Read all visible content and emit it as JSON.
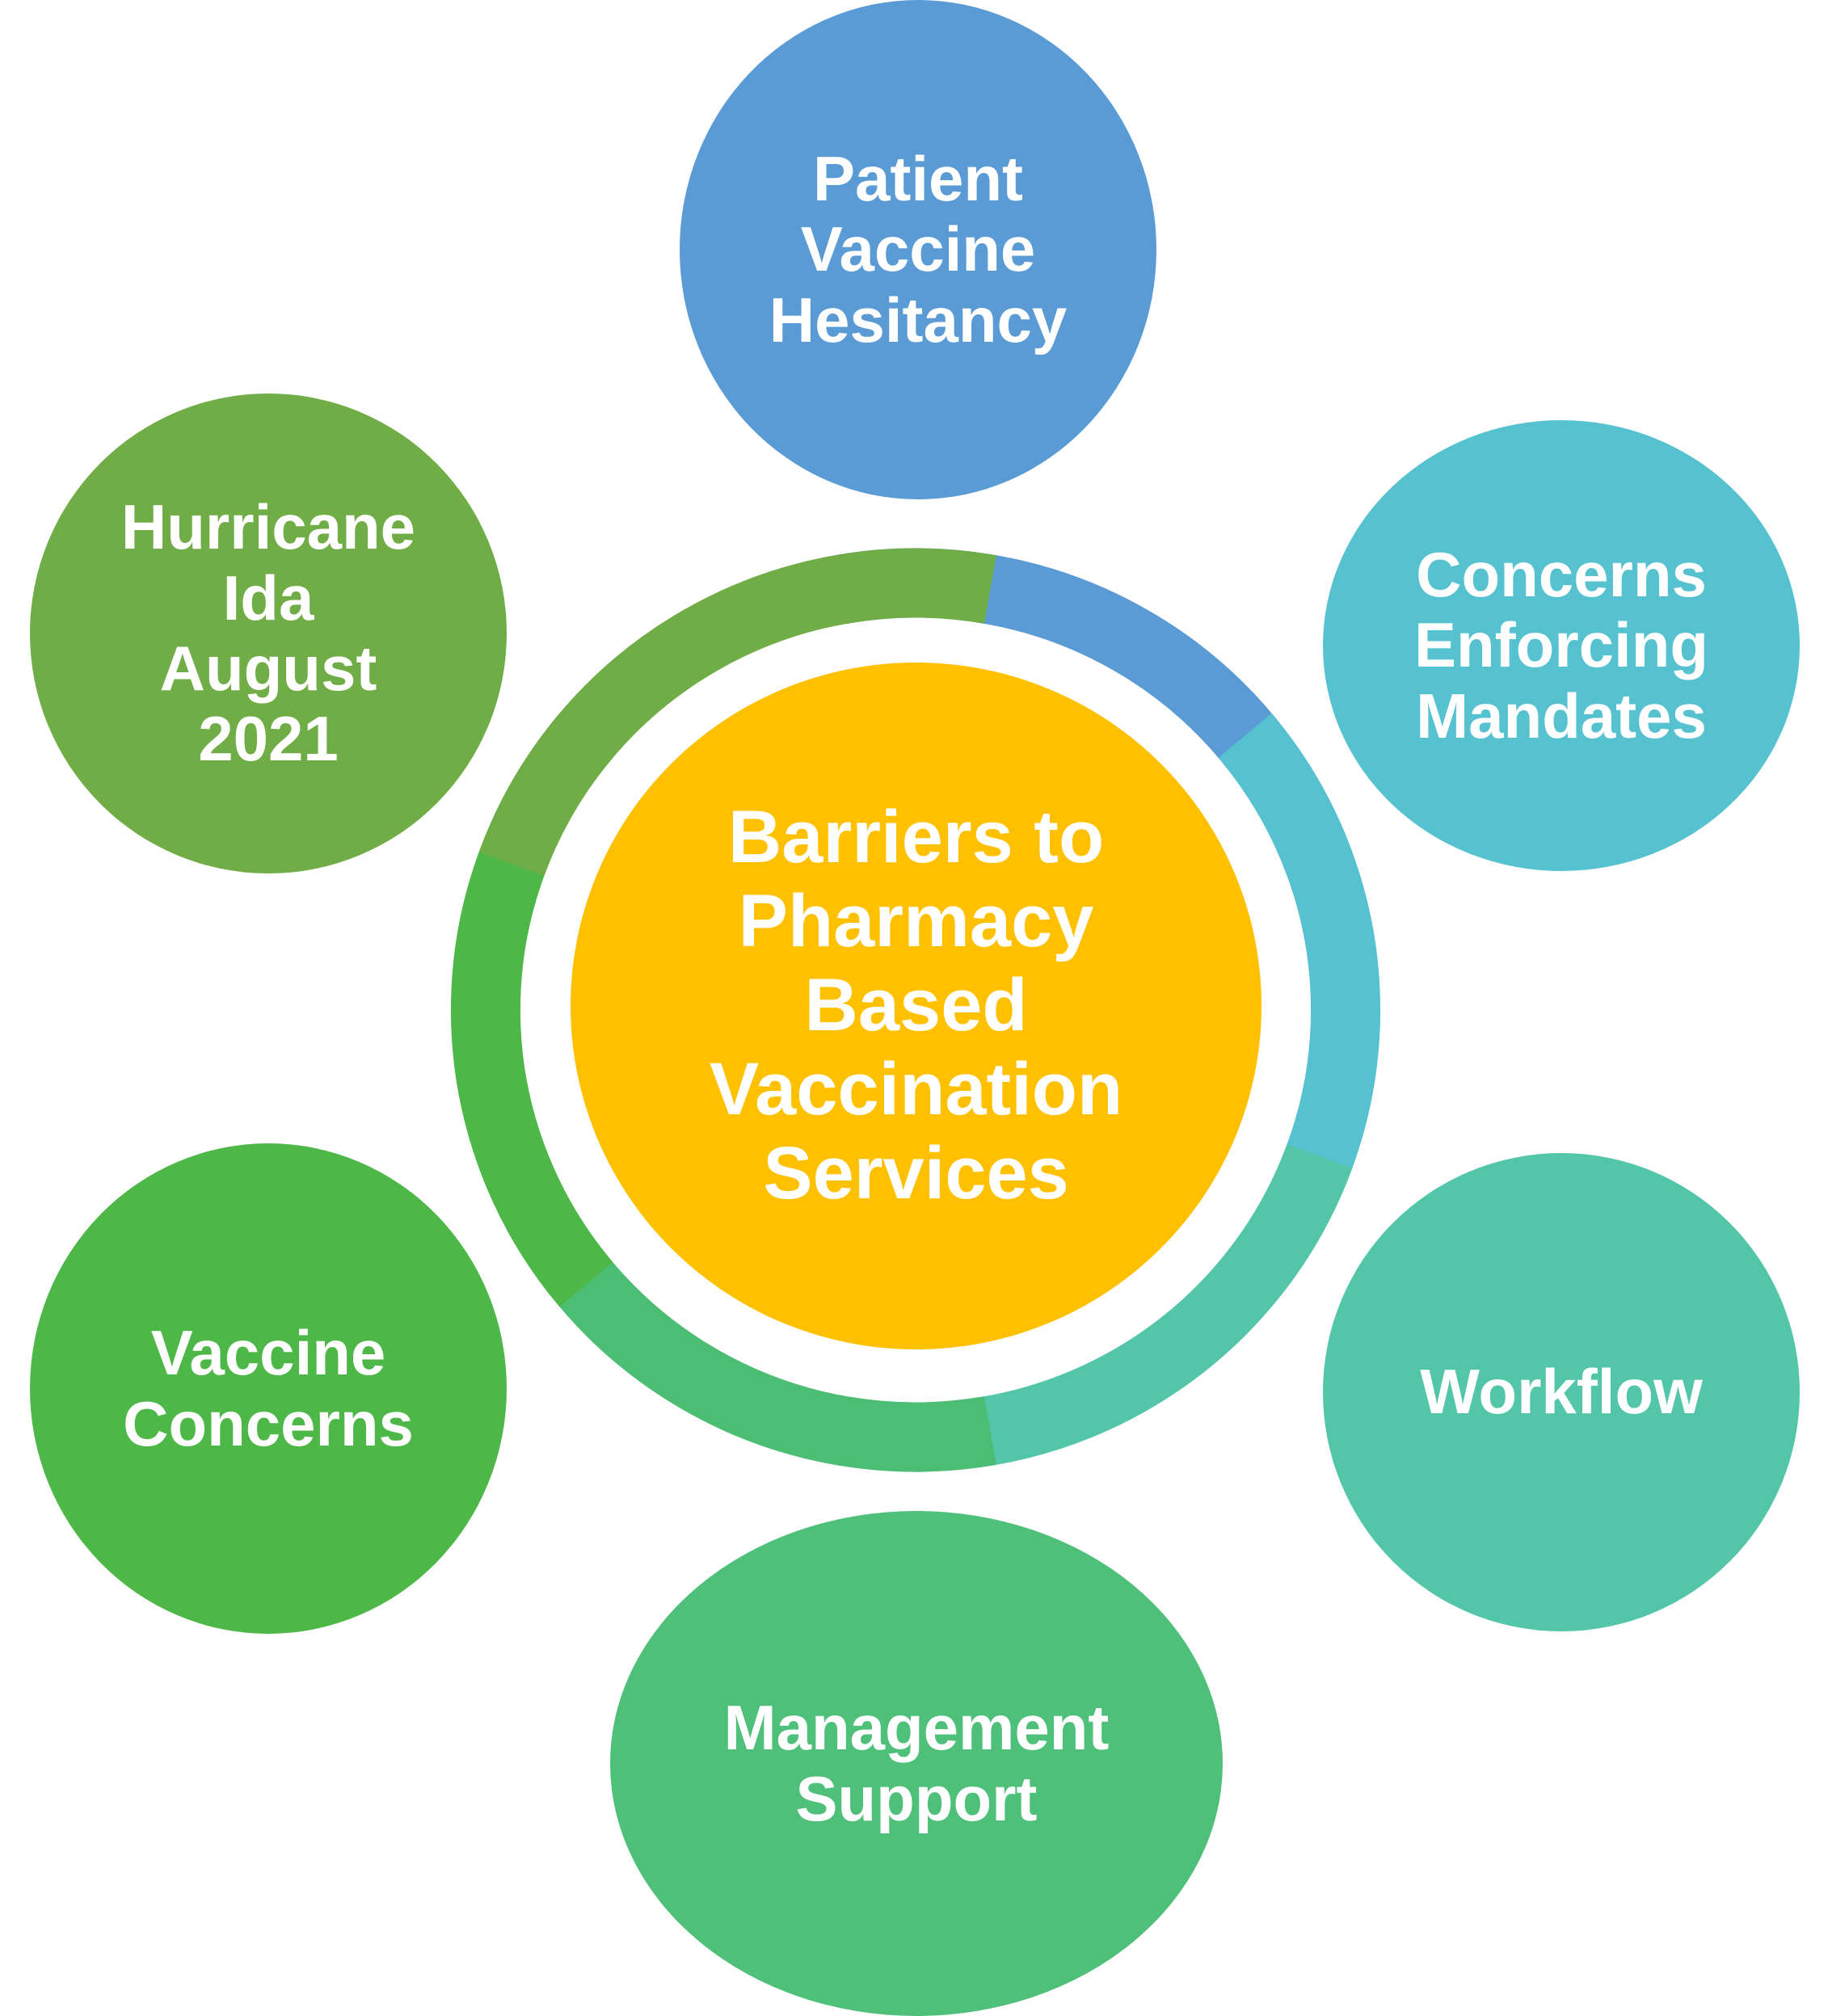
{
  "diagram": {
    "hub": {
      "label": "Barriers to\nPharmacy\nBased\nVaccination\nServices",
      "color": "#FFC000"
    },
    "nodes": [
      {
        "id": "top",
        "label": "Patient\nVaccine\nHesitancy",
        "color": "#5B9BD5"
      },
      {
        "id": "upper-right",
        "label": "Concerns\nEnforcing\nMandates",
        "color": "#56C2D0"
      },
      {
        "id": "lower-right",
        "label": "Workflow",
        "color": "#53C6AA"
      },
      {
        "id": "bottom",
        "label": "Management\nSupport",
        "color": "#4FC079"
      },
      {
        "id": "lower-left",
        "label": "Vaccine\nConcerns",
        "color": "#4DB848"
      },
      {
        "id": "upper-left",
        "label": "Hurricane\nIda\nAugust\n2021",
        "color": "#70AD47"
      }
    ],
    "ring_segments": [
      {
        "from": "top",
        "to": "upper-right",
        "color": "#5B9BD5"
      },
      {
        "from": "upper-right",
        "to": "lower-right",
        "color": "#56C2D0"
      },
      {
        "from": "lower-right",
        "to": "bottom",
        "color": "#53C6AA"
      },
      {
        "from": "bottom",
        "to": "lower-left",
        "color": "#4BBE73"
      },
      {
        "from": "lower-left",
        "to": "upper-left",
        "color": "#4DB848"
      },
      {
        "from": "upper-left",
        "to": "top",
        "color": "#70AD47"
      }
    ]
  }
}
